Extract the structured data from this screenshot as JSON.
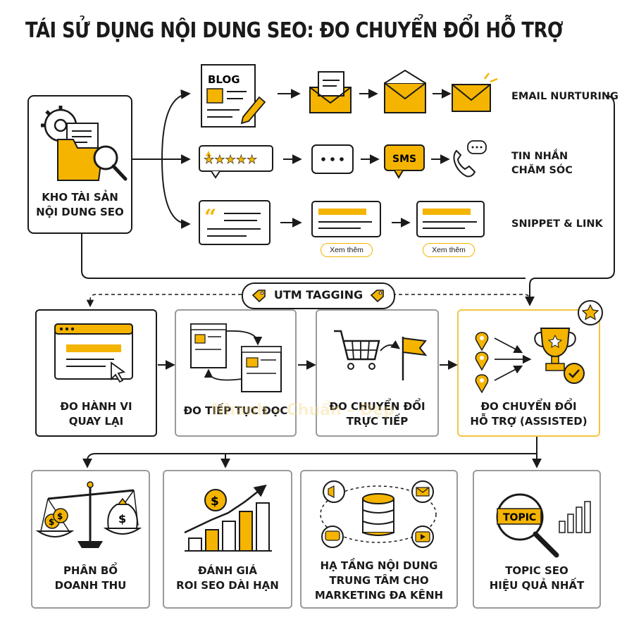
{
  "title": "TÁI SỬ DỤNG NỘI DUNG SEO: ĐO CHUYỂN ĐỔI HỖ TRỢ",
  "source": {
    "label_line1": "KHO TÀI SẢN",
    "label_line2": "NỘI DUNG SEO"
  },
  "channels": [
    {
      "name": "EMAIL NURTURING",
      "icon": "envelope-icon"
    },
    {
      "name_line1": "TIN NHẮN",
      "name_line2": "CHĂM SÓC",
      "icon": "sms-icon"
    },
    {
      "name": "SNIPPET & LINK",
      "icon": "snippet-icon"
    }
  ],
  "icons": {
    "blog_text": "BLOG",
    "sms_text": "SMS",
    "topic_text": "TOPIC",
    "quote_mark": "“"
  },
  "pills": [
    "Xem thêm",
    "Xem thêm"
  ],
  "utm": "UTM TAGGING",
  "measures": [
    {
      "line1": "ĐO HÀNH VI",
      "line2": "QUAY LẠI"
    },
    {
      "line1": "ĐO TIẾP TỤC ĐỌC",
      "line2": ""
    },
    {
      "line1": "ĐO CHUYỂN ĐỔI",
      "line2": "TRỰC TIẾP"
    },
    {
      "line1": "ĐO CHUYỂN ĐỔI",
      "line2": "HỖ TRỢ (ASSISTED)"
    }
  ],
  "outcomes": [
    {
      "line1": "PHÂN BỔ",
      "line2": "DOANH THU",
      "line3": ""
    },
    {
      "line1": "ĐÁNH GIÁ",
      "line2": "ROI SEO DÀI HẠN",
      "line3": ""
    },
    {
      "line1": "HẠ TẦNG NỘI DUNG",
      "line2": "TRUNG TÂM CHO",
      "line3": "MARKETING ĐA KÊNH"
    },
    {
      "line1": "TOPIC SEO",
      "line2": "HIỆU QUẢ NHẤT",
      "line3": ""
    }
  ],
  "watermark": "Nhanh – Chuẩn – Đẹp",
  "colors": {
    "accent": "#f4b400",
    "ink": "#1a1a1a",
    "highlight_border": "#f4c542"
  }
}
